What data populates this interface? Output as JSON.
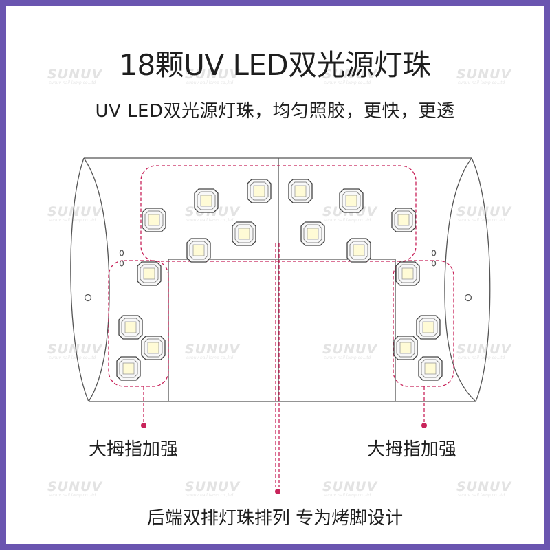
{
  "title": "18颗UV LED双光源灯珠",
  "subtitle": "UV LED双光源灯珠，均匀照胶，更快，更透",
  "labels": {
    "thumb_left": "大拇指加强",
    "thumb_right": "大拇指加强",
    "bottom": "后端双排灯珠排列  专为烤脚设计"
  },
  "watermark": "SUNUV",
  "led_count": 18,
  "colors": {
    "frame": "#6a55b0",
    "outline": "#555555",
    "highlight_dash": "#c8235a",
    "led_fill": "#fffbd6",
    "text": "#1e1e1e"
  }
}
